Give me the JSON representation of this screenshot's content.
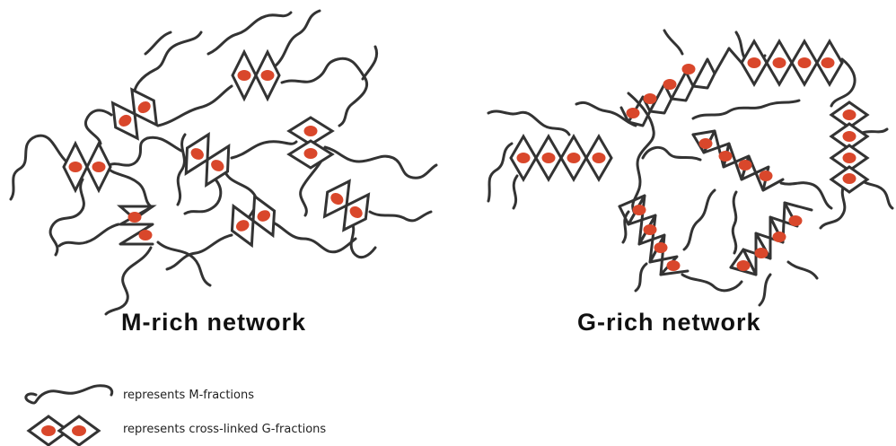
{
  "networks": [
    {
      "title": "M-rich network"
    },
    {
      "title": "G-rich network"
    }
  ],
  "legend": [
    {
      "icon": "wavy-line-icon",
      "text": "represents M-fractions"
    },
    {
      "icon": "linked-diamonds-icon",
      "text": "represents cross-linked G-fractions"
    }
  ],
  "colors": {
    "chain": "#333333",
    "crosslink_dot": "#d9472b",
    "background": "#ffffff",
    "text": "#111111"
  }
}
